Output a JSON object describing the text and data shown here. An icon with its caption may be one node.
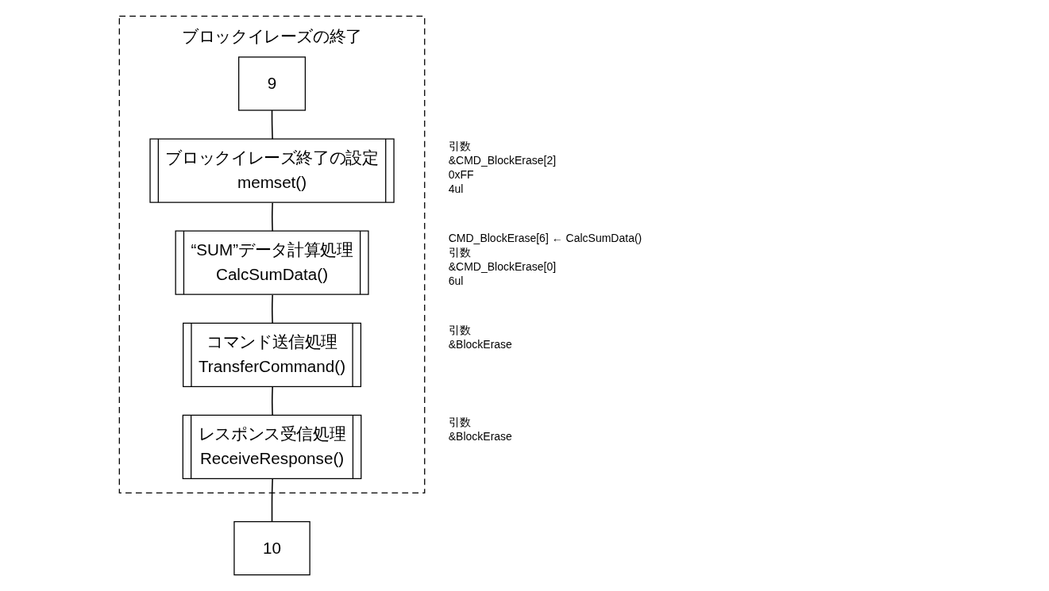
{
  "diagram": {
    "nodes": [
      {
        "text": [
          "ブロックイレーズの終了"
        ]
      },
      {
        "text": [
          "9"
        ],
        "in": 0
      },
      {
        "text": [
          "ブロックイレーズ終了の設定",
          "memset()"
        ],
        "in": 0,
        "beside": [
          "引数",
          "&CMD_BlockErase[2]",
          "0xFF",
          "4ul"
        ]
      },
      {
        "text": [
          "“SUM”データ計算処理",
          "CalcSumData()"
        ],
        "in": 0,
        "beside": [
          "CMD_BlockErase[6] ← CalcSumData()",
          "引数",
          "&CMD_BlockErase[0]",
          "6ul"
        ]
      },
      {
        "text": [
          "コマンド送信処理",
          "TransferCommand()"
        ],
        "in": 0,
        "beside": [
          "引数",
          "&BlockErase"
        ]
      },
      {
        "text": [
          "レスポンス受信処理",
          "ReceiveResponse()"
        ],
        "in": 0,
        "beside": [
          "引数",
          "&BlockErase"
        ]
      },
      {
        "text": [
          "10"
        ]
      }
    ],
    "edges": [
      {
        "from": 1,
        "to": 2,
        "arrow": "none"
      },
      {
        "from": 2,
        "to": 3,
        "arrow": "none"
      },
      {
        "from": 3,
        "to": 4,
        "arrow": "none"
      },
      {
        "from": 4,
        "to": 5,
        "arrow": "none"
      },
      {
        "from": 5,
        "to": 6,
        "arrow": "none"
      }
    ]
  }
}
